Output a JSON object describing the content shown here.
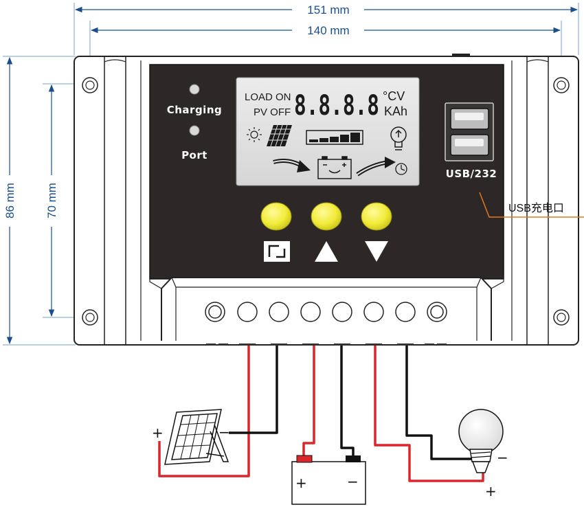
{
  "dimensions": {
    "overall_width": "151 mm",
    "mount_width": "140 mm",
    "overall_height": "86 mm",
    "mount_height": "70 mm"
  },
  "indicators": {
    "charging_label": "Charging",
    "port_label": "Port"
  },
  "lcd": {
    "load_label": "LOAD ON",
    "pv_label": "PV OFF",
    "digits": "8.8.8.8",
    "unit_top": "°CV",
    "unit_bottom": "KAh"
  },
  "usb": {
    "label": "USB/232",
    "callout": "USB充电口"
  },
  "polarity": {
    "solar_plus": "+",
    "solar_minus": "−",
    "battery_plus": "+",
    "battery_minus": "−",
    "load_plus": "+",
    "load_minus": "−"
  },
  "colors": {
    "dimension": "#1c4f8a",
    "panel": "#2d2827",
    "button": "#f2ec3a",
    "wire_positive": "#d9262c",
    "wire_negative": "#111111",
    "callout_line": "#e07a1f"
  }
}
